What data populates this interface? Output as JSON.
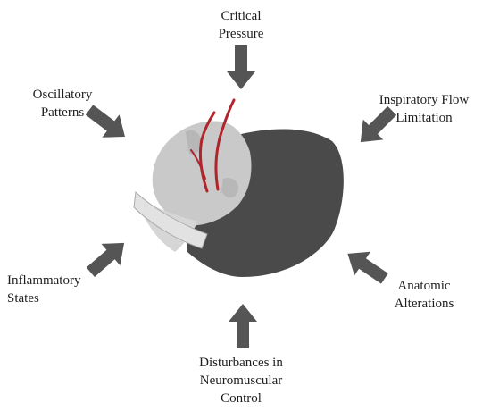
{
  "labels": {
    "critical_pressure": [
      "Critical",
      "Pressure"
    ],
    "oscillatory_patterns": [
      "Oscillatory",
      "Patterns"
    ],
    "inspiratory_flow_limitation": [
      "Inspiratory Flow",
      "Limitation"
    ],
    "inflammatory_states": [
      "Inflammatory",
      "States"
    ],
    "anatomic_alterations": [
      "Anatomic",
      "Alterations"
    ],
    "neuromuscular_control": [
      "Disturbances in",
      "Neuromuscular",
      "Control"
    ]
  },
  "colors": {
    "arrow": "#555555",
    "head_dark": "#4a4a4a",
    "face_light": "#c9c9c9",
    "airway": "#b0242c"
  }
}
